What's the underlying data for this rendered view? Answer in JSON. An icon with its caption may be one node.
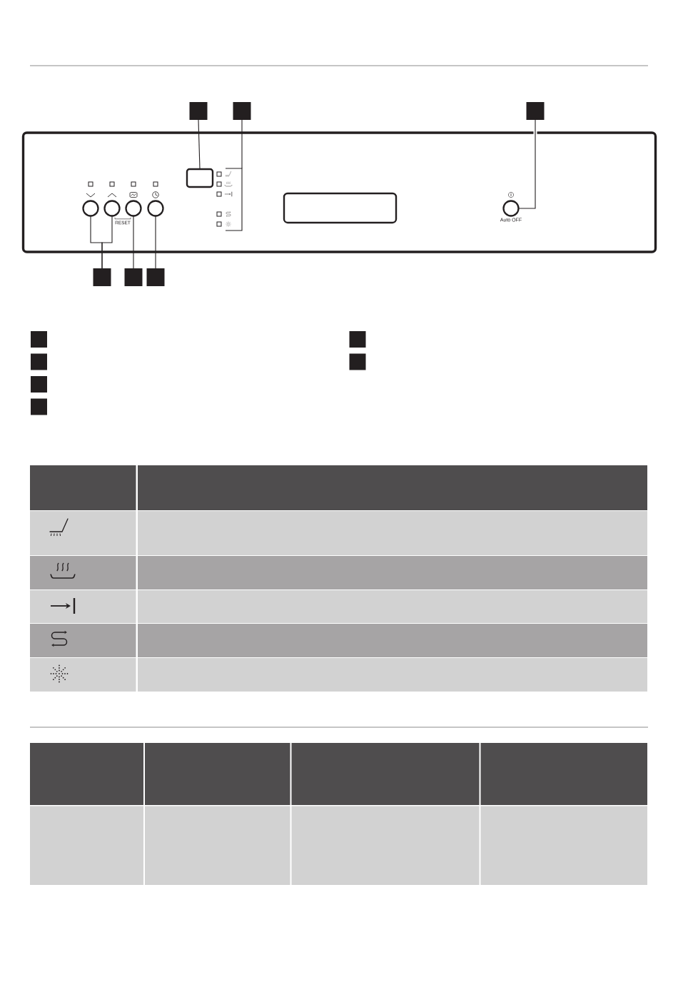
{
  "diagram": {
    "nodes": [
      {
        "text": [],
        "shape": "box"
      },
      {
        "text": [],
        "shape": "box"
      },
      {
        "text": [],
        "shape": "box"
      },
      {
        "text": [],
        "shape": "box"
      },
      {
        "text": [],
        "shape": "box",
        "in": 3
      },
      {
        "text": [],
        "shape": "picture",
        "in": 3
      },
      {
        "text": [],
        "shape": "circle",
        "in": 3
      },
      {
        "text": [],
        "shape": "circle",
        "in": 3
      },
      {
        "text": [],
        "shape": "circle",
        "in": 3
      },
      {
        "text": [],
        "shape": "circle",
        "in": 3
      },
      {
        "text": [],
        "shape": "box",
        "in": 3
      },
      {
        "text": [],
        "shape": "circle",
        "in": 3,
        "beside": [
          "Auto OFF"
        ]
      },
      {
        "text": [],
        "shape": "box"
      },
      {
        "text": [],
        "shape": "box"
      },
      {
        "text": [],
        "shape": "box"
      },
      {
        "text": [],
        "shape": "box"
      },
      {
        "text": [],
        "shape": "box"
      },
      {
        "text": [],
        "shape": "box"
      },
      {
        "text": [],
        "shape": "box"
      },
      {
        "text": [],
        "shape": "box"
      },
      {
        "text": [],
        "shape": "box"
      }
    ],
    "edges": [
      {
        "from": 0,
        "to": 4,
        "arrow": "none"
      },
      {
        "from": 1,
        "to": 5,
        "arrow": "none"
      },
      {
        "from": 2,
        "to": 11,
        "arrow": "none"
      },
      {
        "from": 12,
        "to": 6,
        "arrow": "none"
      },
      {
        "from": 12,
        "to": 7,
        "arrow": "none"
      },
      {
        "from": 13,
        "to": 8,
        "arrow": "none"
      },
      {
        "from": 14,
        "to": 9,
        "arrow": "none"
      }
    ],
    "labels": [
      "RESET"
    ]
  }
}
